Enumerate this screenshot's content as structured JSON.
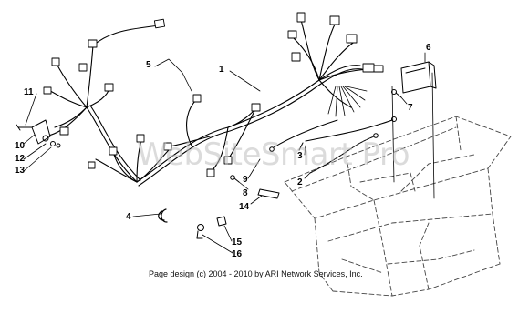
{
  "diagram": {
    "callouts": [
      "1",
      "2",
      "3",
      "4",
      "5",
      "6",
      "7",
      "8",
      "9",
      "10",
      "11",
      "12",
      "13",
      "14",
      "15",
      "16"
    ],
    "watermark": "WebSiteSmart Pro",
    "footer": "Page design (c) 2004 - 2010 by ARI Network Services, Inc."
  }
}
